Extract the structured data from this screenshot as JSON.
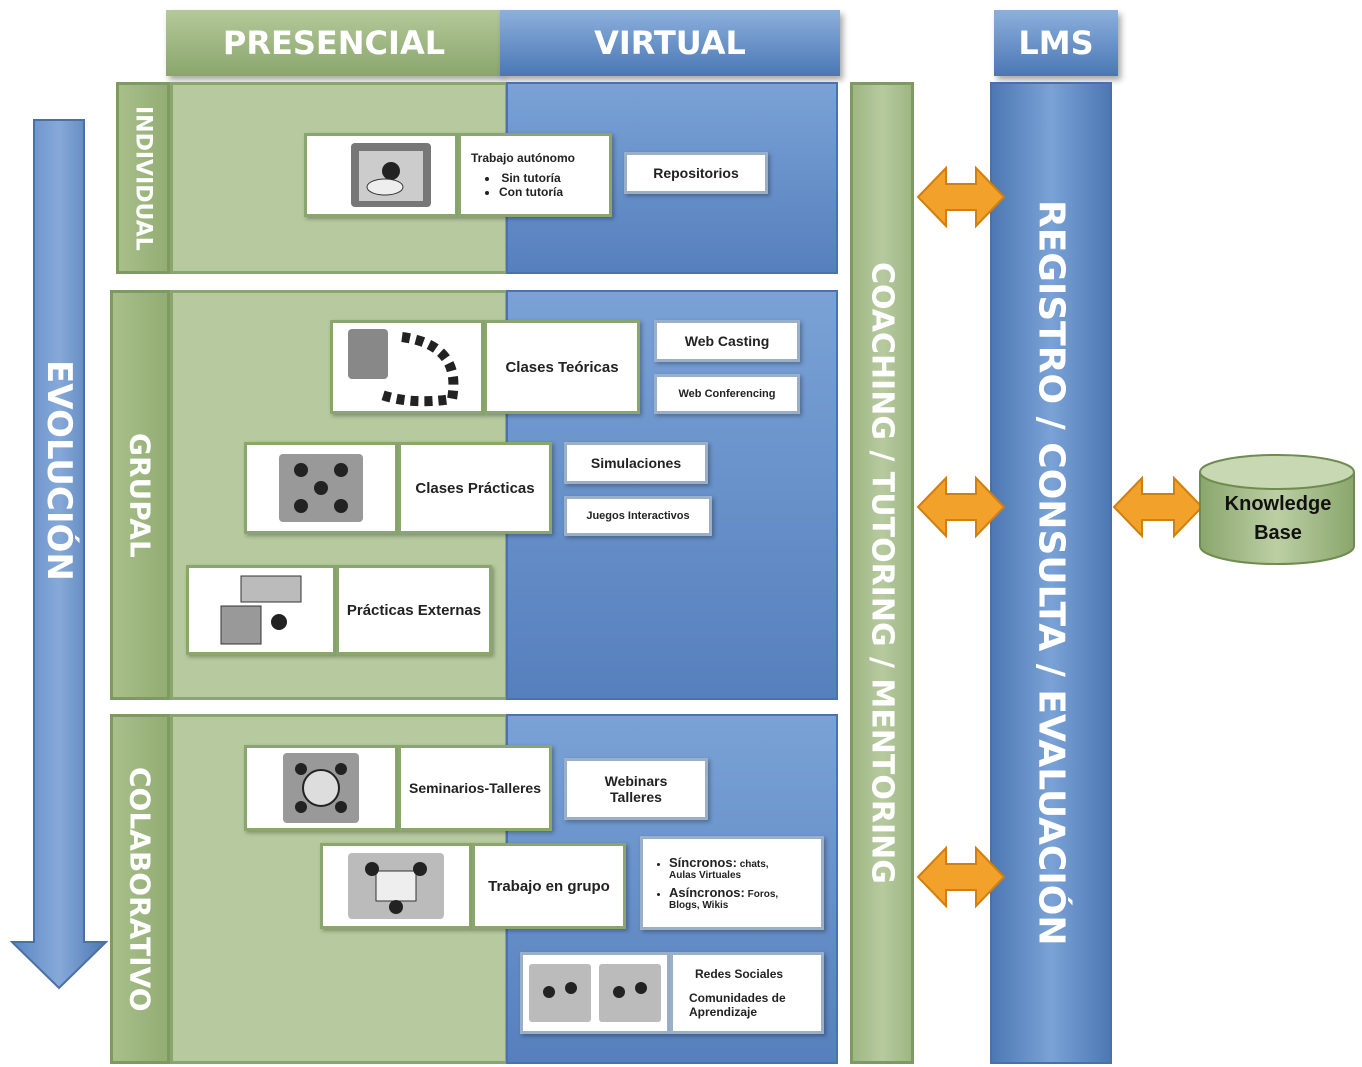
{
  "headers": {
    "presencial": "PRESENCIAL",
    "virtual": "VIRTUAL",
    "lms": "LMS"
  },
  "evolucion": "EVOLUCIÓN",
  "rows": {
    "individual": "INDIVIDUAL",
    "grupal": "GRUPAL",
    "colaborativo": "COLABORATIVO"
  },
  "coaching": "COACHING / TUTORING / MENTORING",
  "registro": "REGISTRO / CONSULTA / EVALUACIÓN",
  "knowledge_base": {
    "line1": "Knowledge",
    "line2": "Base"
  },
  "individual": {
    "trabajo_title": "Trabajo autónomo",
    "bullets": [
      "Sin tutoría",
      "Con tutoría"
    ],
    "repositorios": "Repositorios"
  },
  "grupal": {
    "clases_teoricas": "Clases Teóricas",
    "web_casting": "Web Casting",
    "web_conferencing": "Web Conferencing",
    "clases_practicas": "Clases Prácticas",
    "simulaciones": "Simulaciones",
    "juegos": "Juegos Interactivos",
    "practicas_externas": "Prácticas Externas"
  },
  "colaborativo": {
    "seminarios": "Seminarios-Talleres",
    "webinars": "Webinars",
    "talleres": "Talleres",
    "trabajo_grupo": "Trabajo en grupo",
    "sincronos_label": "Síncronos:",
    "sincronos_items": "chats,",
    "sincronos_items2": "Aulas Virtuales",
    "asincronos_label": "Asíncronos:",
    "asincronos_items": "Foros,",
    "asincronos_items2": "Blogs,  Wikis",
    "redes": "Redes Sociales",
    "comunidades1": "Comunidades de",
    "comunidades2": "Aprendizaje"
  },
  "colors": {
    "green": "#a8bf8a",
    "blue": "#5680bd",
    "orange": "#f2a12a"
  }
}
